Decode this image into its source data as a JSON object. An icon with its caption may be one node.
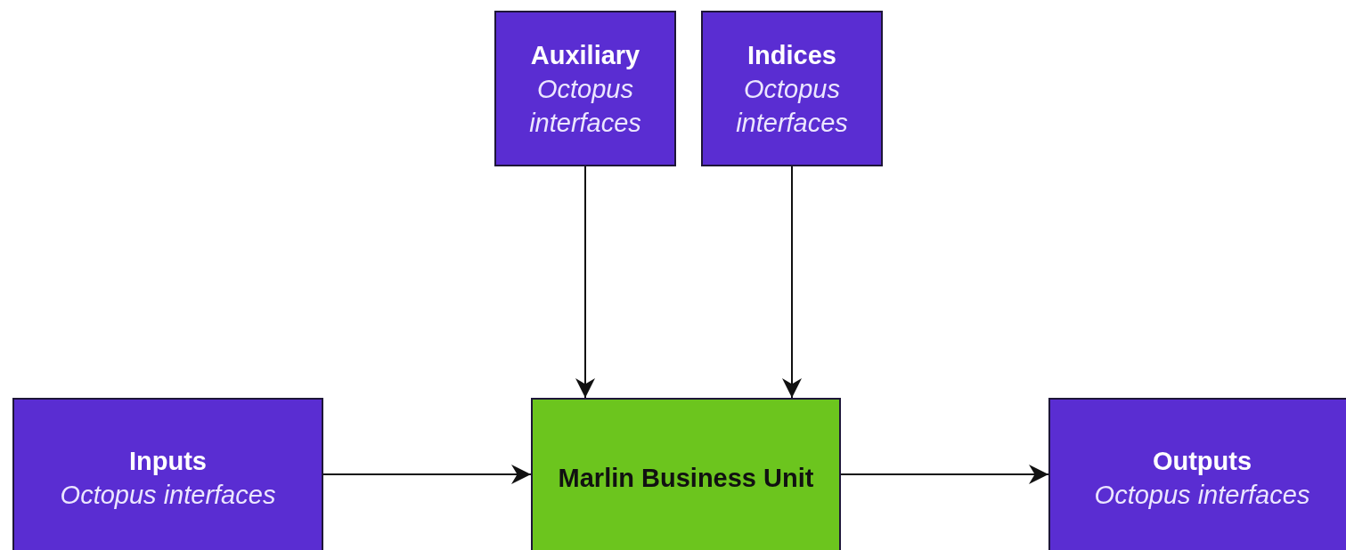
{
  "diagram": {
    "nodes": [
      {
        "text": [
          "Auxiliary",
          "Octopus interfaces"
        ]
      },
      {
        "text": [
          "Indices",
          "Octopus interfaces"
        ]
      },
      {
        "text": [
          "Inputs",
          "Octopus interfaces"
        ]
      },
      {
        "text": [
          "Marlin Business Unit"
        ]
      },
      {
        "text": [
          "Outputs",
          "Octopus interfaces"
        ]
      }
    ],
    "edges": [
      {
        "from": 0,
        "to": 3,
        "arrow": "to"
      },
      {
        "from": 1,
        "to": 3,
        "arrow": "to"
      },
      {
        "from": 2,
        "to": 3,
        "arrow": "to"
      },
      {
        "from": 3,
        "to": 4,
        "arrow": "to"
      }
    ]
  }
}
